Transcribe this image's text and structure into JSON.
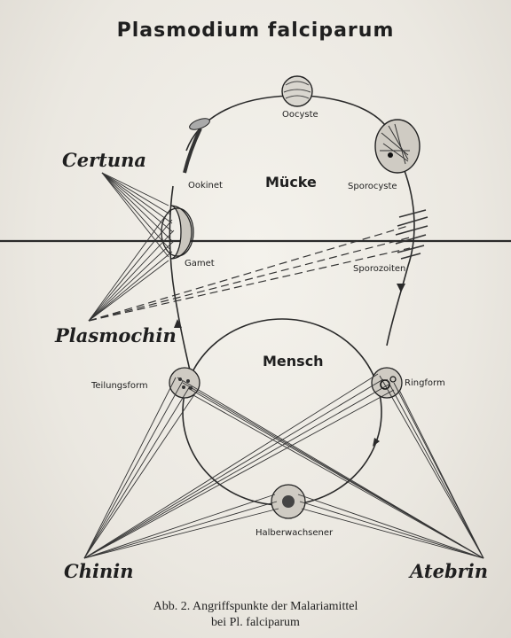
{
  "title": "Plasmodium falciparum",
  "zones": {
    "mosquito": "Mücke",
    "human": "Mensch"
  },
  "stages": {
    "oocyste": "Oocyste",
    "sporocyste": "Sporocyste",
    "ookinet": "Ookinet",
    "gamet": "Gamet",
    "sporozoiten": "Sporozoiten",
    "teilungsform": "Teilungsform",
    "ringform": "Ringform",
    "halberwachsener": "Halberwachsener"
  },
  "drugs": {
    "certuna": "Certuna",
    "plasmochin": "Plasmochin",
    "chinin": "Chinin",
    "atebrin": "Atebrin"
  },
  "caption": {
    "line1": "Abb. 2. Angriffspunkte der Malariamittel",
    "line2": "bei Pl. falciparum"
  }
}
